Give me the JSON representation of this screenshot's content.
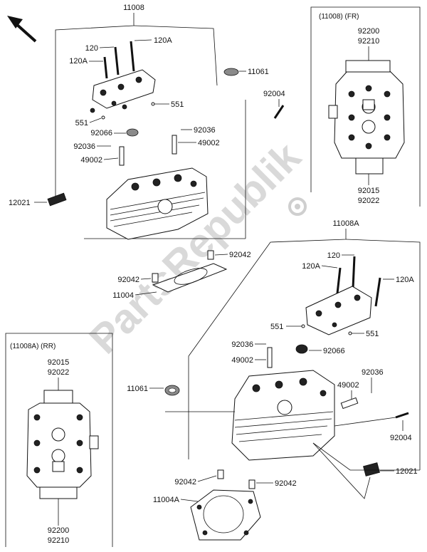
{
  "watermark": "PartsRepublik",
  "inset_fr": {
    "title": "(11008) (FR)",
    "top_codes": [
      "92200",
      "92210"
    ],
    "bottom_codes": [
      "92015",
      "92022"
    ]
  },
  "inset_rr": {
    "title": "(11008A) (RR)",
    "top_codes": [
      "92015",
      "92022"
    ],
    "bottom_codes": [
      "92200",
      "92210"
    ]
  },
  "front_head": {
    "assembly": "11008",
    "labels": {
      "bolt_120": "120",
      "bolt_120a_left": "120A",
      "bolt_120a_right": "120A",
      "pin_551_left": "551",
      "pin_551_right": "551",
      "seal_11061": "11061",
      "seal_92066": "92066",
      "clip_92036_left": "92036",
      "clip_92036_right": "92036",
      "guide_49002_left": "49002",
      "guide_49002_right": "49002",
      "stud_92004": "92004",
      "plug_12021": "12021",
      "dowel_92042_upper": "92042",
      "dowel_92042_lower": "92042",
      "gasket_11004": "11004"
    }
  },
  "rear_head": {
    "assembly": "11008A",
    "labels": {
      "bolt_120": "120",
      "bolt_120a_left": "120A",
      "bolt_120a_right": "120A",
      "pin_551_left": "551",
      "pin_551_right": "551",
      "clip_92036_left": "92036",
      "clip_92036_right": "92036",
      "seal_92066": "92066",
      "guide_49002_left": "49002",
      "guide_49002_right": "49002",
      "seal_11061": "11061",
      "stud_92004": "92004",
      "plug_12021": "12021",
      "dowel_92042_left": "92042",
      "dowel_92042_right": "92042",
      "gasket_11004a": "11004A"
    }
  }
}
